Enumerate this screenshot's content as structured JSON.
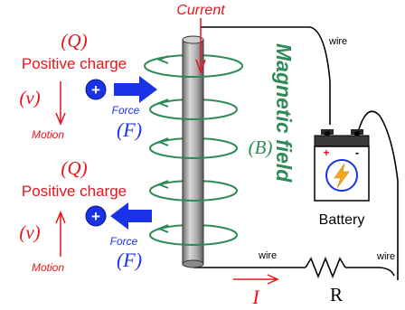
{
  "labels": {
    "current": "Current",
    "wire_top": "wire",
    "wire_mid": "wire",
    "wire_right": "wire",
    "magnetic_field": "Magnetic field",
    "b_symbol": "(B)",
    "battery": "Battery",
    "battery_plus": "+",
    "battery_minus": "-",
    "resistor": "R",
    "current_symbol": "I",
    "top_charge": {
      "q": "(Q)",
      "title": "Positive charge",
      "v": "(v)",
      "motion": "Motion",
      "force": "Force",
      "f": "(F)",
      "sign": "+"
    },
    "bottom_charge": {
      "q": "(Q)",
      "title": "Positive charge",
      "v": "(v)",
      "motion": "Motion",
      "force": "Force",
      "f": "(F)",
      "sign": "+"
    }
  },
  "colors": {
    "red": "#e8141b",
    "blue": "#1a33e6",
    "green": "#2e8b57",
    "conductor": "#a0a0a0",
    "battery_top": "#3a3a3a",
    "bolt": "#f5a623",
    "black": "#000000"
  }
}
